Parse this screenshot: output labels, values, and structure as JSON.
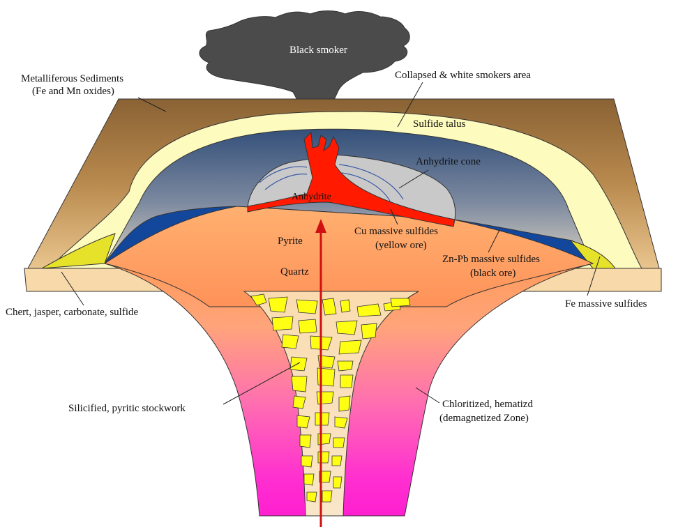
{
  "labels": {
    "black_smoker": "Black smoker",
    "metalliferous_1": "Metalliferous Sediments",
    "metalliferous_2": "(Fe and Mn oxides)",
    "collapsed": "Collapsed & white smokers area",
    "sulfide_talus": "Sulfide talus",
    "anhydrite_cone": "Anhydrite cone",
    "anhydrite": "Anhydrite",
    "cu_1": "Cu massive sulfides",
    "cu_2": "(yellow ore)",
    "pyrite": "Pyrite",
    "zn_1": "Zn-Pb massive sulfides",
    "zn_2": "(black ore)",
    "quartz": "Quartz",
    "fe_massive": "Fe massive sulfides",
    "chert": "Chert, jasper, carbonate, sulfide",
    "stockwork": "Silicified, pyritic stockwork",
    "chloritized_1": "Chloritized, hematizd",
    "chloritized_2": "(demagnetized Zone)"
  },
  "colors": {
    "smoke": "#4a4a4a",
    "sediment_brown": "#a87a42",
    "talus_yellow": "#fdfbb8",
    "mound_blue": "#3d5a80",
    "anhydrite_gray": "#c9c9c9",
    "copper_red": "#ff1a00",
    "zinc_blue": "#13479c",
    "orange_zone": "#ff9a5c",
    "stockwork_tan": "#fbe0b0",
    "clast_yellow": "#ffff00",
    "magenta_zone": "#ff1fd0",
    "flow_arrow": "#d01010"
  }
}
